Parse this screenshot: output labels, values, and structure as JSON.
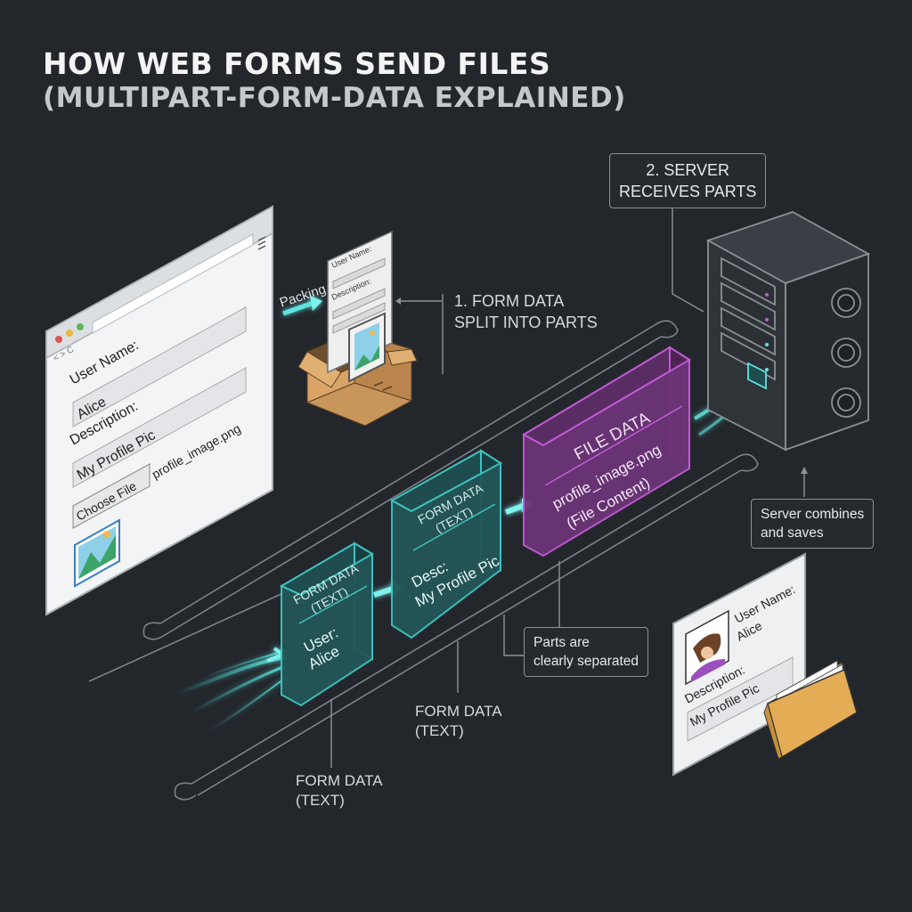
{
  "title": "HOW WEB FORMS SEND FILES",
  "subtitle": "(MULTIPART-FORM-DATA EXPLAINED)",
  "browser_form": {
    "nav_glyphs": "< > C",
    "username_label": "User Name:",
    "username_value": "Alice",
    "description_label": "Description:",
    "description_value": "My Profile Pic",
    "choose_file_button": "Choose File",
    "file_name": "profile_image.png"
  },
  "packing": {
    "label": "Packing",
    "doc_username_label": "User Name:",
    "doc_description_label": "Description:"
  },
  "step1_label": [
    "1. FORM DATA",
    "SPLIT INTO PARTS"
  ],
  "step2_callout": [
    "2. SERVER",
    "RECEIVES PARTS"
  ],
  "parts": [
    {
      "header": [
        "FORM DATA",
        "(TEXT)"
      ],
      "body": [
        "User:",
        "Alice"
      ],
      "kind": "text"
    },
    {
      "header": [
        "FORM DATA",
        "(TEXT)"
      ],
      "body": [
        "Desc:",
        "My Profile Pic"
      ],
      "kind": "text"
    },
    {
      "header": [
        "FILE DATA"
      ],
      "body": [
        "profile_image.png",
        "(File Content)"
      ],
      "kind": "file"
    }
  ],
  "labels": {
    "part1_caption": [
      "FORM DATA",
      "(TEXT)"
    ],
    "part2_caption": [
      "FORM DATA",
      "(TEXT)"
    ],
    "separated_callout": [
      "Parts are",
      "clearly separated"
    ],
    "server_callout": [
      "Server combines",
      "and saves"
    ]
  },
  "result_card": {
    "username_label": "User Name:",
    "username_value": "Alice",
    "description_label": "Description:",
    "description_value": "My Profile Pic"
  },
  "colors": {
    "background": "#23272c",
    "teal": "#3fc3c0",
    "magenta": "#b84fc9",
    "cardboard": "#c8955a",
    "folder": "#e4ad55"
  }
}
